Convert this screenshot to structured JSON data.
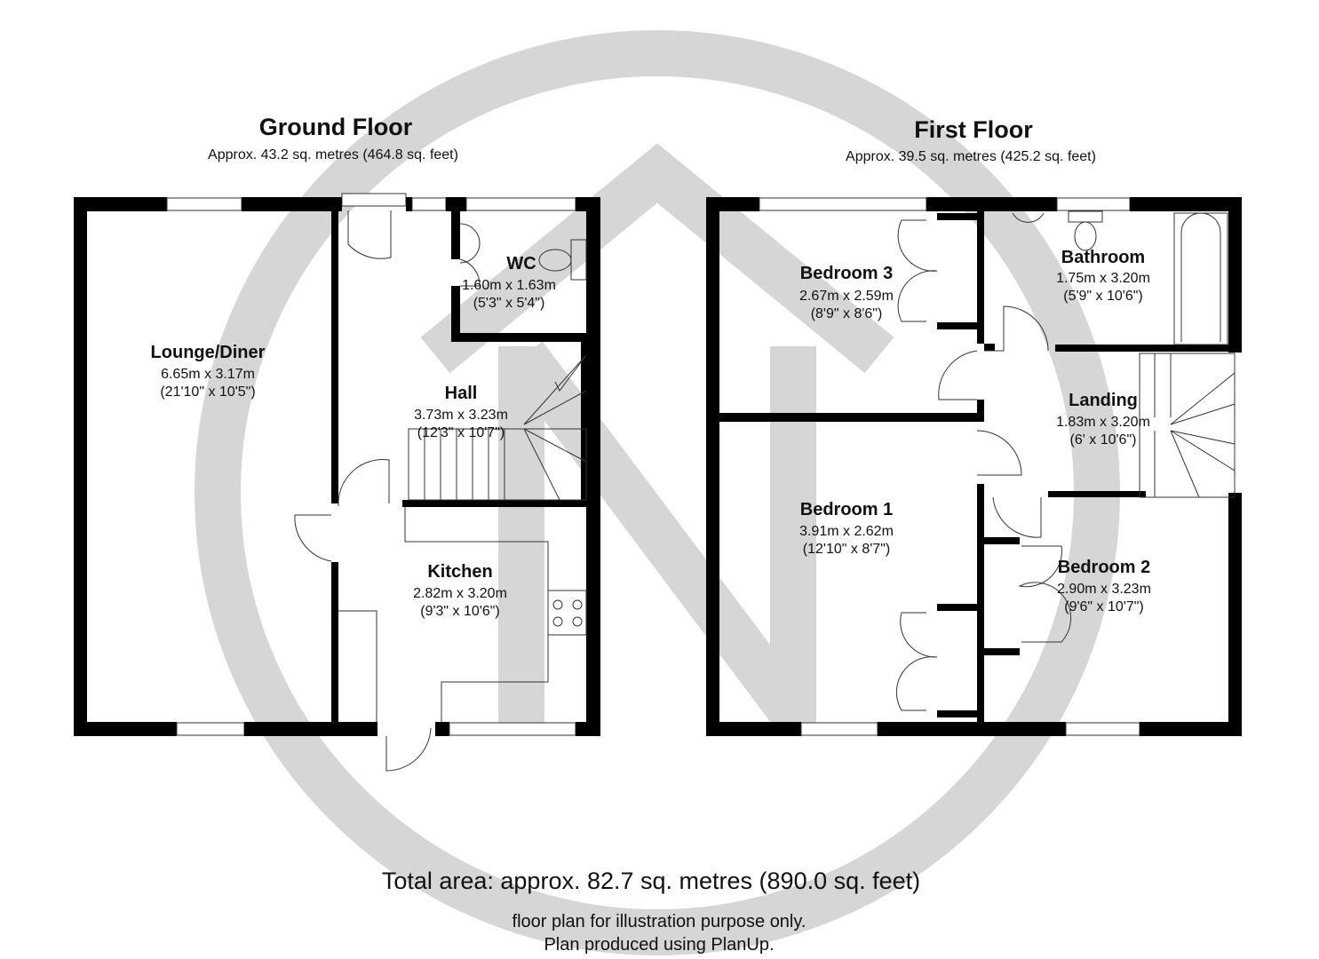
{
  "ground_floor": {
    "title": "Ground Floor",
    "area": "Approx. 43.2 sq. metres (464.8 sq. feet)",
    "rooms": [
      {
        "name": "Lounge/Diner",
        "metric": "6.65m x 3.17m",
        "imperial": "(21'10\" x 10'5\")"
      },
      {
        "name": "WC",
        "metric": "1.60m x 1.63m",
        "imperial": "(5'3\" x 5'4\")"
      },
      {
        "name": "Hall",
        "metric": "3.73m x 3.23m",
        "imperial": "(12'3\" x 10'7\")"
      },
      {
        "name": "Kitchen",
        "metric": "2.82m x 3.20m",
        "imperial": "(9'3\" x 10'6\")"
      }
    ]
  },
  "first_floor": {
    "title": "First Floor",
    "area": "Approx. 39.5 sq. metres (425.2 sq. feet)",
    "rooms": [
      {
        "name": "Bedroom 3",
        "metric": "2.67m x 2.59m",
        "imperial": "(8'9\" x 8'6\")"
      },
      {
        "name": "Bathroom",
        "metric": "1.75m x 3.20m",
        "imperial": "(5'9\" x 10'6\")"
      },
      {
        "name": "Landing",
        "metric": "1.83m x 3.20m",
        "imperial": "(6' x 10'6\")"
      },
      {
        "name": "Bedroom 1",
        "metric": "3.91m x 2.62m",
        "imperial": "(12'10\" x 8'7\")"
      },
      {
        "name": "Bedroom 2",
        "metric": "2.90m x 3.23m",
        "imperial": "(9'6\" x 10'7\")"
      }
    ]
  },
  "footer": {
    "total": "Total area: approx. 82.7 sq. metres (890.0 sq. feet)",
    "disclaimer": "floor plan for illustration purpose only.",
    "credit": "Plan produced using PlanUp."
  },
  "colors": {
    "wall": "#000000",
    "watermark": "#d6d6d6"
  }
}
